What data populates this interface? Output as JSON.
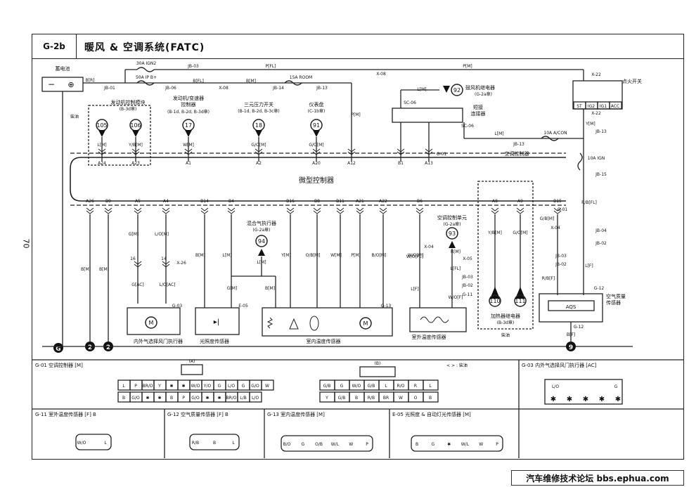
{
  "header": {
    "code": "G-2b",
    "title": "暖风 & 空调系统(FATC)"
  },
  "page_number": "70",
  "watermark": "汽车维修技术论坛 bbs.ephua.com",
  "components": {
    "battery": "蓄电池",
    "ignition_switch": "点火开关",
    "ign_labels": [
      "ST",
      "IG2",
      "IG1",
      "ACC"
    ],
    "fuse_30a_ign2": "30A IGN2",
    "fuse_50a_ipb": "50A IP B+",
    "fuse_15a_room": "15A ROOM",
    "fuse_10a_acon": "10A A/CON",
    "fuse_10a_ign": "10A IGN",
    "blower_relay": "鼓风机继电器",
    "blower_relay_ref": "(G-2a章)",
    "short_connector": "短接\n连接器",
    "ac_controller": "空调控制器",
    "micro_controller": "微型控制器",
    "ecm": "发动机控制模块",
    "ecm_ref": "(B-3d章)",
    "ecm_tcm": "发动机/变速器\n控制器",
    "ecm_tcm_ref": "(B-1d, B-2d, B-3d章)",
    "triple_switch": "三元压力开关",
    "triple_switch_ref": "(B-1d, B-2d, B-3c章)",
    "cluster": "仪表盘",
    "cluster_ref": "(C-1b章)",
    "diesel": "柴油",
    "mix_actuator": "混合气执行器",
    "mix_actuator_ref": "(G-2a章)",
    "ac_control_unit": "空调控制单元",
    "ac_control_unit_ref": "(G-2a章)",
    "heater_relay": "加热器继电器",
    "heater_relay_ref": "(B-3d章)",
    "aqs": "空气质量\n传感器",
    "aqs_label": "AQS",
    "intake_actuator": "内外气选择风门执行器",
    "photo_sensor": "光照度传感器",
    "incar_sensor": "室内温度传感器",
    "ambient_sensor": "室外温度传感器"
  },
  "circles": [
    "105",
    "106",
    "17",
    "18",
    "91",
    "92",
    "94",
    "93",
    "110",
    "111"
  ],
  "grounds": [
    "G",
    "2",
    "2",
    "9"
  ],
  "top_pins": [
    "A24",
    "A23",
    "A1",
    "A2",
    "A20",
    "A12",
    "B1",
    "A13"
  ],
  "bottom_pins": [
    "A26",
    "B9",
    "A5",
    "A4",
    "B14",
    "B4",
    "B16",
    "B8",
    "B11",
    "A21",
    "A22",
    "B6",
    "A8",
    "A9",
    "B15"
  ],
  "wire_labels": {
    "b_r": "B[R]",
    "b_m": "B[M]",
    "p_fl": "P[FL]",
    "p_m": "P[M]",
    "b_fl": "B[FL]",
    "l_m": "L[M]",
    "y_m": "Y/B[M]",
    "w_m": "W[M]",
    "g_o_m": "G/O[M]",
    "b_o_m": "B/O[M]",
    "g_m": "G[M]",
    "l_o_m": "L/O[M]",
    "g_ac": "G[AC]",
    "l_o_ac": "L/O[AC]",
    "w_o_m": "W/O[M]",
    "w_o_fl": "W/O[FL]",
    "l_fl": "L[FL]",
    "w_o_f": "W/O[F]",
    "l_f": "L[F]",
    "r_m": "R[M]",
    "r_b_fl": "R/B[FL]",
    "r_b_f": "R/B[F]",
    "g_b_m": "G/B[M]",
    "b_f": "B[F]",
    "y_m2": "Y[M]",
    "o_b_m": "O/B[M]",
    "p_m2": "P[M]",
    "g_o_m2": "G/O[M]",
    "y_b_m": "Y/B[M]"
  },
  "connectors": {
    "g01": "G-01 空调控制器 [M]",
    "g01_a": "(A)",
    "g01_b": "(B)",
    "diesel_note": "< > : 柴油",
    "g03": "G-03 内外气选择风门执行器 [AC]",
    "g11": "G-11 室外温度传感器 [F] B",
    "g12": "G-12 空气质量传感器 [F] B",
    "g13": "G-13 室内温度传感器 [M]",
    "e05": "E-05 光照度 & 自动灯光传感器 [M]",
    "a_row1": [
      "L",
      "P",
      "BR/O",
      "Y",
      "✱",
      "✱",
      "W/O",
      "Y/O",
      "G",
      "L/O",
      "G",
      "G/O",
      "W"
    ],
    "a_row2": [
      "B",
      "G/O",
      "✱",
      "✱",
      "B",
      "P",
      "G/O",
      "✱",
      "✱",
      "BR/O",
      "L/B",
      "L/O"
    ],
    "b_row1": [
      "G/B",
      "G",
      "W/O",
      "G/B",
      "L",
      "R/O",
      "R",
      "L"
    ],
    "b_row2": [
      "Y",
      "G/B",
      "B",
      "R/B",
      "BR",
      "W",
      "O",
      "B"
    ],
    "g03_row1": [
      "L/O",
      "G"
    ],
    "g03_row2": [
      "✱",
      "✱",
      "✱",
      "✱",
      "✱"
    ],
    "g11_pins": [
      "W/O",
      "L"
    ],
    "g12_pins": [
      "R/B",
      "B",
      "L"
    ],
    "g13_pins": [
      "B/O",
      "G",
      "O/B",
      "W/L",
      "W",
      "P"
    ],
    "e05_pins": [
      "B",
      "G",
      "✱",
      "W/L",
      "W",
      "P"
    ]
  }
}
